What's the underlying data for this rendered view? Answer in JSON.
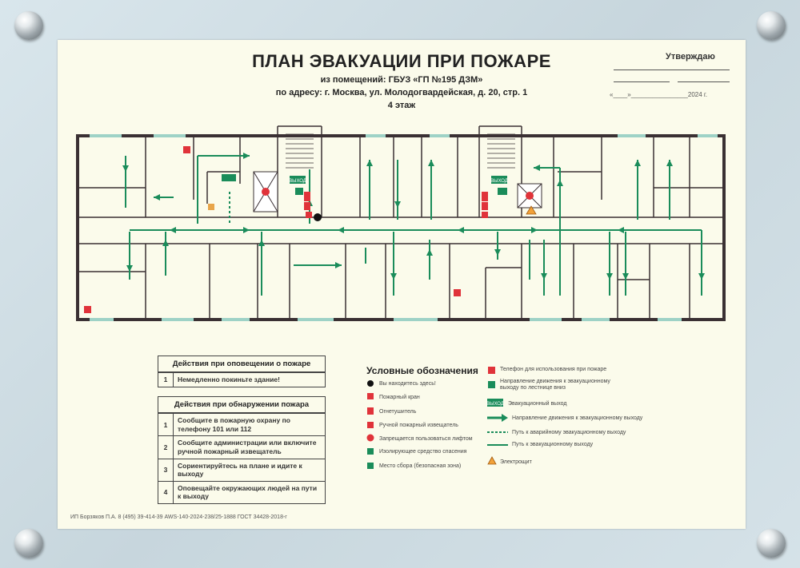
{
  "header": {
    "title": "ПЛАН ЭВАКУАЦИИ ПРИ ПОЖАРЕ",
    "line1": "из помещений: ГБУЗ «ГП №195 ДЗМ»",
    "line2": "по адресу: г. Москва, ул. Молодогвардейская, д. 20, стр. 1",
    "line3": "4 этаж"
  },
  "approval": {
    "label": "Утверждаю",
    "date_text": "«____»________________2024 г."
  },
  "actions_notice": {
    "header": "Действия при оповещении о пожаре",
    "items": [
      {
        "n": "1",
        "text": "Немедленно покиньте здание!"
      }
    ]
  },
  "actions_detect": {
    "header": "Действия при обнаружении пожара",
    "items": [
      {
        "n": "1",
        "text": "Сообщите в пожарную охрану по телефону 101 или 112"
      },
      {
        "n": "2",
        "text": "Сообщите администрации или включите ручной пожарный извещатель"
      },
      {
        "n": "3",
        "text": "Сориентируйтесь на плане и идите к выходу"
      },
      {
        "n": "4",
        "text": "Оповещайте окружающих людей на пути к выходу"
      }
    ]
  },
  "legend": {
    "title": "Условные обозначения",
    "left": [
      {
        "icon": "you-are-here-icon",
        "label": "Вы находитесь здесь!"
      },
      {
        "icon": "fire-hydrant-icon",
        "label": "Пожарный кран"
      },
      {
        "icon": "extinguisher-icon",
        "label": "Огнетушитель"
      },
      {
        "icon": "manual-call-point-icon",
        "label": "Ручной пожарный извещатель"
      },
      {
        "icon": "no-elevator-icon",
        "label": "Запрещается пользоваться лифтом"
      },
      {
        "icon": "self-rescue-icon",
        "label": "Изолирующее средство спасения"
      },
      {
        "icon": "assembly-point-icon",
        "label": "Место сбора (безопасная зона)"
      }
    ],
    "right": [
      {
        "icon": "phone-icon",
        "label": "Телефон для использования при пожаре"
      },
      {
        "icon": "stairs-direction-icon",
        "label": "Направление движения к эвакуационному выходу по лестнице вниз"
      },
      {
        "icon": "exit-sign-icon",
        "label": "Эвакуационный выход"
      },
      {
        "icon": "main-arrow-icon",
        "label": "Направление движения к эвакуационному выходу"
      },
      {
        "icon": "dashed-line-icon",
        "label": "Путь к аварийному эвакуационному выходу"
      },
      {
        "icon": "solid-line-icon",
        "label": "Путь к эвакуационному выходу"
      },
      {
        "icon": "electric-hazard-icon",
        "label": "Электрощит"
      }
    ],
    "exit_sign_text": "ВЫХОД"
  },
  "footer": "ИП Борзяков П.А. 8 (495) 39-414-39 AWS-140-2024-238/25-1888 ГОСТ 34428-2018-г",
  "colors": {
    "green": "#1a8c5a",
    "red": "#e0333a",
    "wall": "#3a3033",
    "paper": "#fbfbeb"
  }
}
